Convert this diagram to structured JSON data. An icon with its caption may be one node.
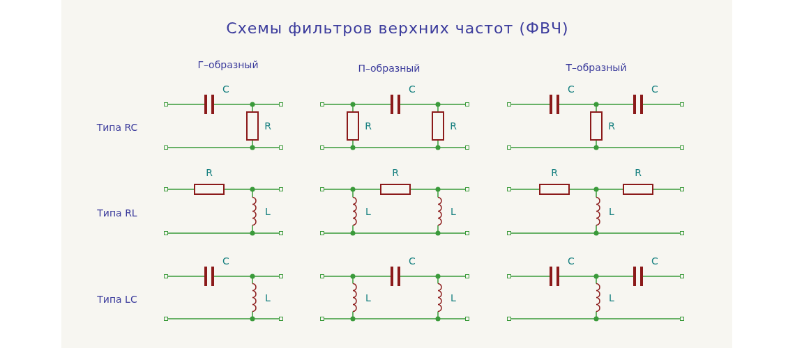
{
  "diagram": {
    "title": "Схемы фильтров верхних частот (ФВЧ)",
    "labels": [
      "Г–образный",
      "П–образный",
      "Т–образный",
      "Типа RC",
      "C",
      "R",
      "C",
      "R",
      "R",
      "C",
      "C",
      "R",
      "Типа RL",
      "R",
      "L",
      "R",
      "L",
      "L",
      "R",
      "R",
      "L",
      "Типа LC",
      "C",
      "L",
      "C",
      "L",
      "L",
      "C",
      "C",
      "L"
    ]
  }
}
